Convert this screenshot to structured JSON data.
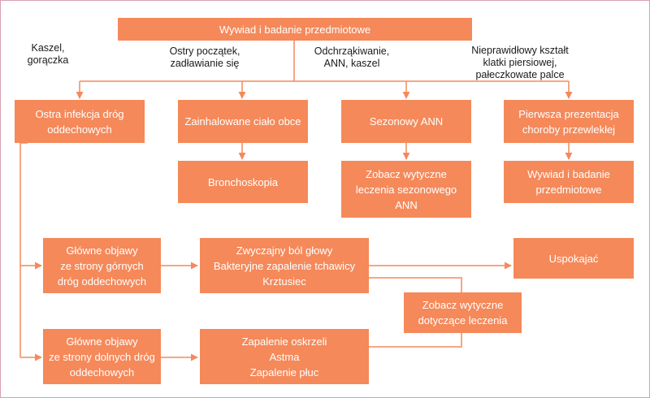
{
  "colors": {
    "box_fill": "#f5895a",
    "box_text": "#ffffff",
    "line": "#f5895a",
    "label_text": "#1a1a1a",
    "frame": "#d8a0b0"
  },
  "boxes": {
    "top": "Wywiad i badanie przedmiotowe",
    "acute_infection": "Ostra infekcja dróg\noddechowych",
    "foreign_body": "Zainhalowane ciało obce",
    "seasonal_ann": "Sezonowy ANN",
    "chronic_first": "Pierwsza prezentacja\nchoroby przewlekłej",
    "bronchoscopy": "Bronchoskopia",
    "seasonal_guidelines": "Zobacz wytyczne\nleczenia sezonowego\nANN",
    "history_exam": "Wywiad i badanie\nprzedmiotowe",
    "upper_symptoms": "Główne objawy\nze strony górnych\ndróg oddechowych",
    "upper_conditions": "Zwyczajny ból głowy\nBakteryjne zapalenie tchawicy\nKrztusiec",
    "reassure": "Uspokajać",
    "treatment_guidelines": "Zobacz wytyczne\ndotyczące leczenia",
    "lower_symptoms": "Główne objawy\nze strony dolnych dróg\noddechowych",
    "lower_conditions": "Zapalenie oskrzeli\nAstma\nZapalenie płuc"
  },
  "labels": {
    "cough_fever": "Kaszel,\ngorączka",
    "sudden_onset": "Ostry początek,\nzadławianie się",
    "throat_clearing": "Odchrząkiwanie,\nANN, kaszel",
    "chest_shape": "Nieprawidłowy kształt\nklatki piersiowej,\npałeczkowate palce"
  }
}
